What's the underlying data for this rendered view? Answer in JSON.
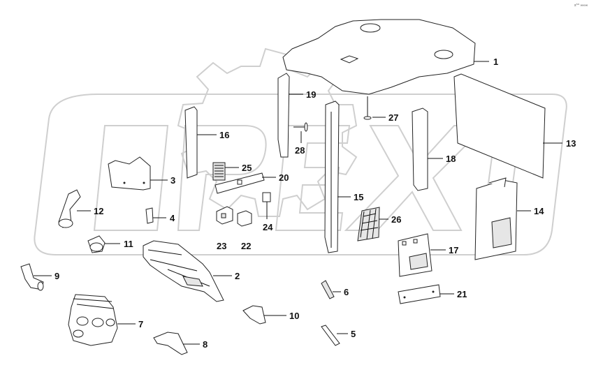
{
  "corner_mark": "s^^ ∞∞∞",
  "callouts": {
    "c1": "1",
    "c2": "2",
    "c3": "3",
    "c4": "4",
    "c5": "5",
    "c6": "6",
    "c7": "7",
    "c8": "8",
    "c9": "9",
    "c10": "10",
    "c11": "11",
    "c12": "12",
    "c13": "13",
    "c14": "14",
    "c15": "15",
    "c16": "16",
    "c17": "17",
    "c18": "18",
    "c19": "19",
    "c20": "20",
    "c21": "21",
    "c22": "22",
    "c23": "23",
    "c24": "24",
    "c25": "25",
    "c26": "26",
    "c27": "27",
    "c28": "28"
  }
}
